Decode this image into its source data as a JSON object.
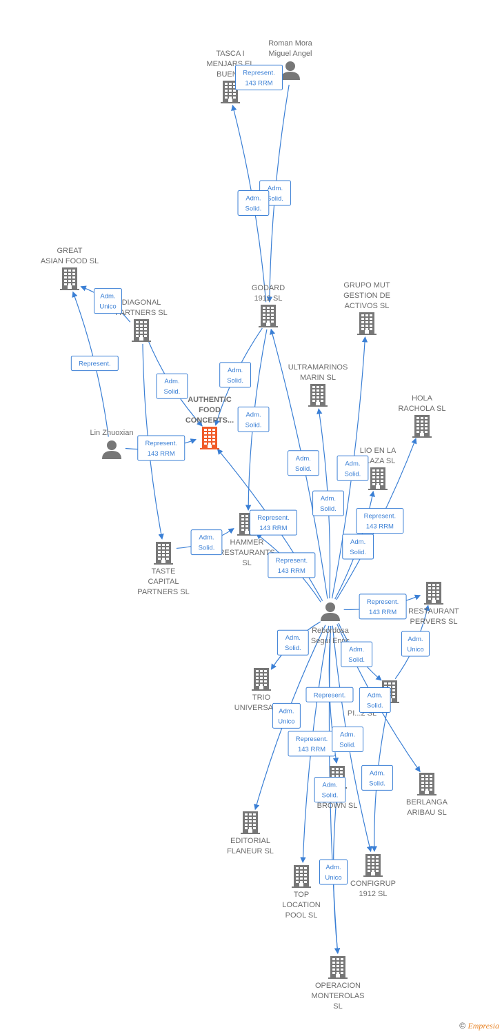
{
  "colors": {
    "edge": "#3a7fd5",
    "building": "#777777",
    "building_focus": "#f05a28",
    "person": "#777777",
    "text": "#6b6b6b"
  },
  "nodes": [
    {
      "id": "roman",
      "type": "person",
      "label": [
        "Roman Mora",
        "Miguel Angel"
      ]
    },
    {
      "id": "tasca",
      "type": "company",
      "label": [
        "TASCA I",
        "MENJARS EL",
        "BUEN..."
      ]
    },
    {
      "id": "great",
      "type": "company",
      "label": [
        "GREAT",
        "ASIAN FOOD  SL"
      ]
    },
    {
      "id": "diagonal",
      "type": "company",
      "label": [
        "DIAGONAL",
        "PARTNERS  SL"
      ]
    },
    {
      "id": "godard",
      "type": "company",
      "label": [
        "GODARD",
        "1912  SL"
      ]
    },
    {
      "id": "grupo",
      "type": "company",
      "label": [
        "GRUPO MUT",
        "GESTION DE",
        "ACTIVOS  SL"
      ]
    },
    {
      "id": "ultra",
      "type": "company",
      "label": [
        "ULTRAMARINOS",
        "MARIN  SL"
      ]
    },
    {
      "id": "authentic",
      "type": "company",
      "focus": true,
      "label": [
        "AUTHENTIC",
        "FOOD",
        "CONCEPTS..."
      ]
    },
    {
      "id": "hola",
      "type": "company",
      "label": [
        "HOLA",
        "RACHOLA  SL"
      ]
    },
    {
      "id": "lin",
      "type": "person",
      "label": [
        "Lin Zhuoxian"
      ]
    },
    {
      "id": "lio",
      "type": "company",
      "label": [
        "LIO EN LA",
        "PLAZA  SL"
      ]
    },
    {
      "id": "hammer",
      "type": "company",
      "label": [
        "HAMMER",
        "RESTAURANTS",
        "SL"
      ]
    },
    {
      "id": "taste",
      "type": "company",
      "label": [
        "TASTE",
        "CAPITAL",
        "PARTNERS  SL"
      ]
    },
    {
      "id": "rebordosa",
      "type": "person",
      "label": [
        "Rebordosa",
        "Segui Enric"
      ]
    },
    {
      "id": "pervers",
      "type": "company",
      "label": [
        "RESTAURANT",
        "PERVERS  SL"
      ]
    },
    {
      "id": "trio",
      "type": "company",
      "label": [
        "TRIO",
        "UNIVERSAL  SL"
      ]
    },
    {
      "id": "pi",
      "type": "company",
      "label": [
        "PI...2  SL"
      ]
    },
    {
      "id": "brown",
      "type": "company",
      "label": [
        "...A",
        "BROWN  SL"
      ]
    },
    {
      "id": "berlanga",
      "type": "company",
      "label": [
        "BERLANGA",
        "ARIBAU  SL"
      ]
    },
    {
      "id": "editorial",
      "type": "company",
      "label": [
        "EDITORIAL",
        "FLANEUR  SL"
      ]
    },
    {
      "id": "configrup",
      "type": "company",
      "label": [
        "CONFIGRUP",
        "1912  SL"
      ]
    },
    {
      "id": "top",
      "type": "company",
      "label": [
        "TOP",
        "LOCATION",
        "POOL  SL"
      ]
    },
    {
      "id": "operacion",
      "type": "company",
      "label": [
        "OPERACION",
        "MONTEROLAS",
        "SL"
      ]
    }
  ],
  "edges": [
    {
      "from": "roman",
      "to": "tasca",
      "label": [
        "Represent.",
        "143 RRM"
      ]
    },
    {
      "from": "roman",
      "to": "godard",
      "label": [
        "Adm.",
        "Solid."
      ]
    },
    {
      "from": "godard",
      "to": "tasca",
      "label": [
        "Adm.",
        "Solid."
      ]
    },
    {
      "from": "lin",
      "to": "great",
      "label": [
        "Represent."
      ]
    },
    {
      "from": "diagonal",
      "to": "great",
      "label": [
        "Adm.",
        "Unico"
      ]
    },
    {
      "from": "diagonal",
      "to": "authentic",
      "label": [
        "Adm.",
        "Solid."
      ]
    },
    {
      "from": "godard",
      "to": "authentic",
      "label": [
        "Adm.",
        "Solid."
      ]
    },
    {
      "from": "godard",
      "to": "hammer",
      "label": [
        "Adm.",
        "Solid."
      ]
    },
    {
      "from": "lin",
      "to": "authentic",
      "label": [
        "Represent.",
        "143 RRM"
      ]
    },
    {
      "from": "diagonal",
      "to": "taste",
      "label": []
    },
    {
      "from": "taste",
      "to": "hammer",
      "label": [
        "Adm.",
        "Solid."
      ]
    },
    {
      "from": "rebordosa",
      "to": "authentic",
      "label": [
        "Represent.",
        "143 RRM"
      ]
    },
    {
      "from": "rebordosa",
      "to": "hammer",
      "label": [
        "Represent.",
        "143 RRM"
      ]
    },
    {
      "from": "rebordosa",
      "to": "godard",
      "label": [
        "Adm.",
        "Solid."
      ]
    },
    {
      "from": "rebordosa",
      "to": "ultra",
      "label": [
        "Adm.",
        "Solid."
      ]
    },
    {
      "from": "rebordosa",
      "to": "grupo",
      "label": [
        "Adm.",
        "Solid."
      ]
    },
    {
      "from": "rebordosa",
      "to": "lio",
      "label": [
        "Adm.",
        "Solid."
      ]
    },
    {
      "from": "rebordosa",
      "to": "hola",
      "label": [
        "Represent.",
        "143 RRM"
      ]
    },
    {
      "from": "rebordosa",
      "to": "pervers",
      "label": [
        "Represent.",
        "143 RRM"
      ]
    },
    {
      "from": "rebordosa",
      "to": "trio",
      "label": [
        "Adm.",
        "Solid."
      ]
    },
    {
      "from": "rebordosa",
      "to": "pi",
      "label": [
        "Adm.",
        "Solid."
      ]
    },
    {
      "from": "pi",
      "to": "pervers",
      "label": [
        "Adm.",
        "Unico"
      ]
    },
    {
      "from": "rebordosa",
      "to": "berlanga",
      "label": [
        "Adm.",
        "Solid."
      ]
    },
    {
      "from": "rebordosa",
      "to": "brown",
      "label": [
        "Represent."
      ]
    },
    {
      "from": "rebordosa",
      "to": "editorial",
      "label": [
        "Adm.",
        "Unico"
      ]
    },
    {
      "from": "rebordosa",
      "to": "top",
      "label": [
        "Represent.",
        "143 RRM"
      ]
    },
    {
      "from": "rebordosa",
      "to": "configrup",
      "label": [
        "Adm.",
        "Solid."
      ]
    },
    {
      "from": "pi",
      "to": "configrup",
      "label": [
        "Adm.",
        "Solid."
      ]
    },
    {
      "from": "rebordosa",
      "to": "operacion",
      "label": [
        "Adm.",
        "Solid."
      ]
    },
    {
      "from": "brown",
      "to": "operacion",
      "label": [
        "Adm.",
        "Unico"
      ]
    }
  ],
  "footer": {
    "copyright": "©",
    "brand": "Empresia"
  }
}
